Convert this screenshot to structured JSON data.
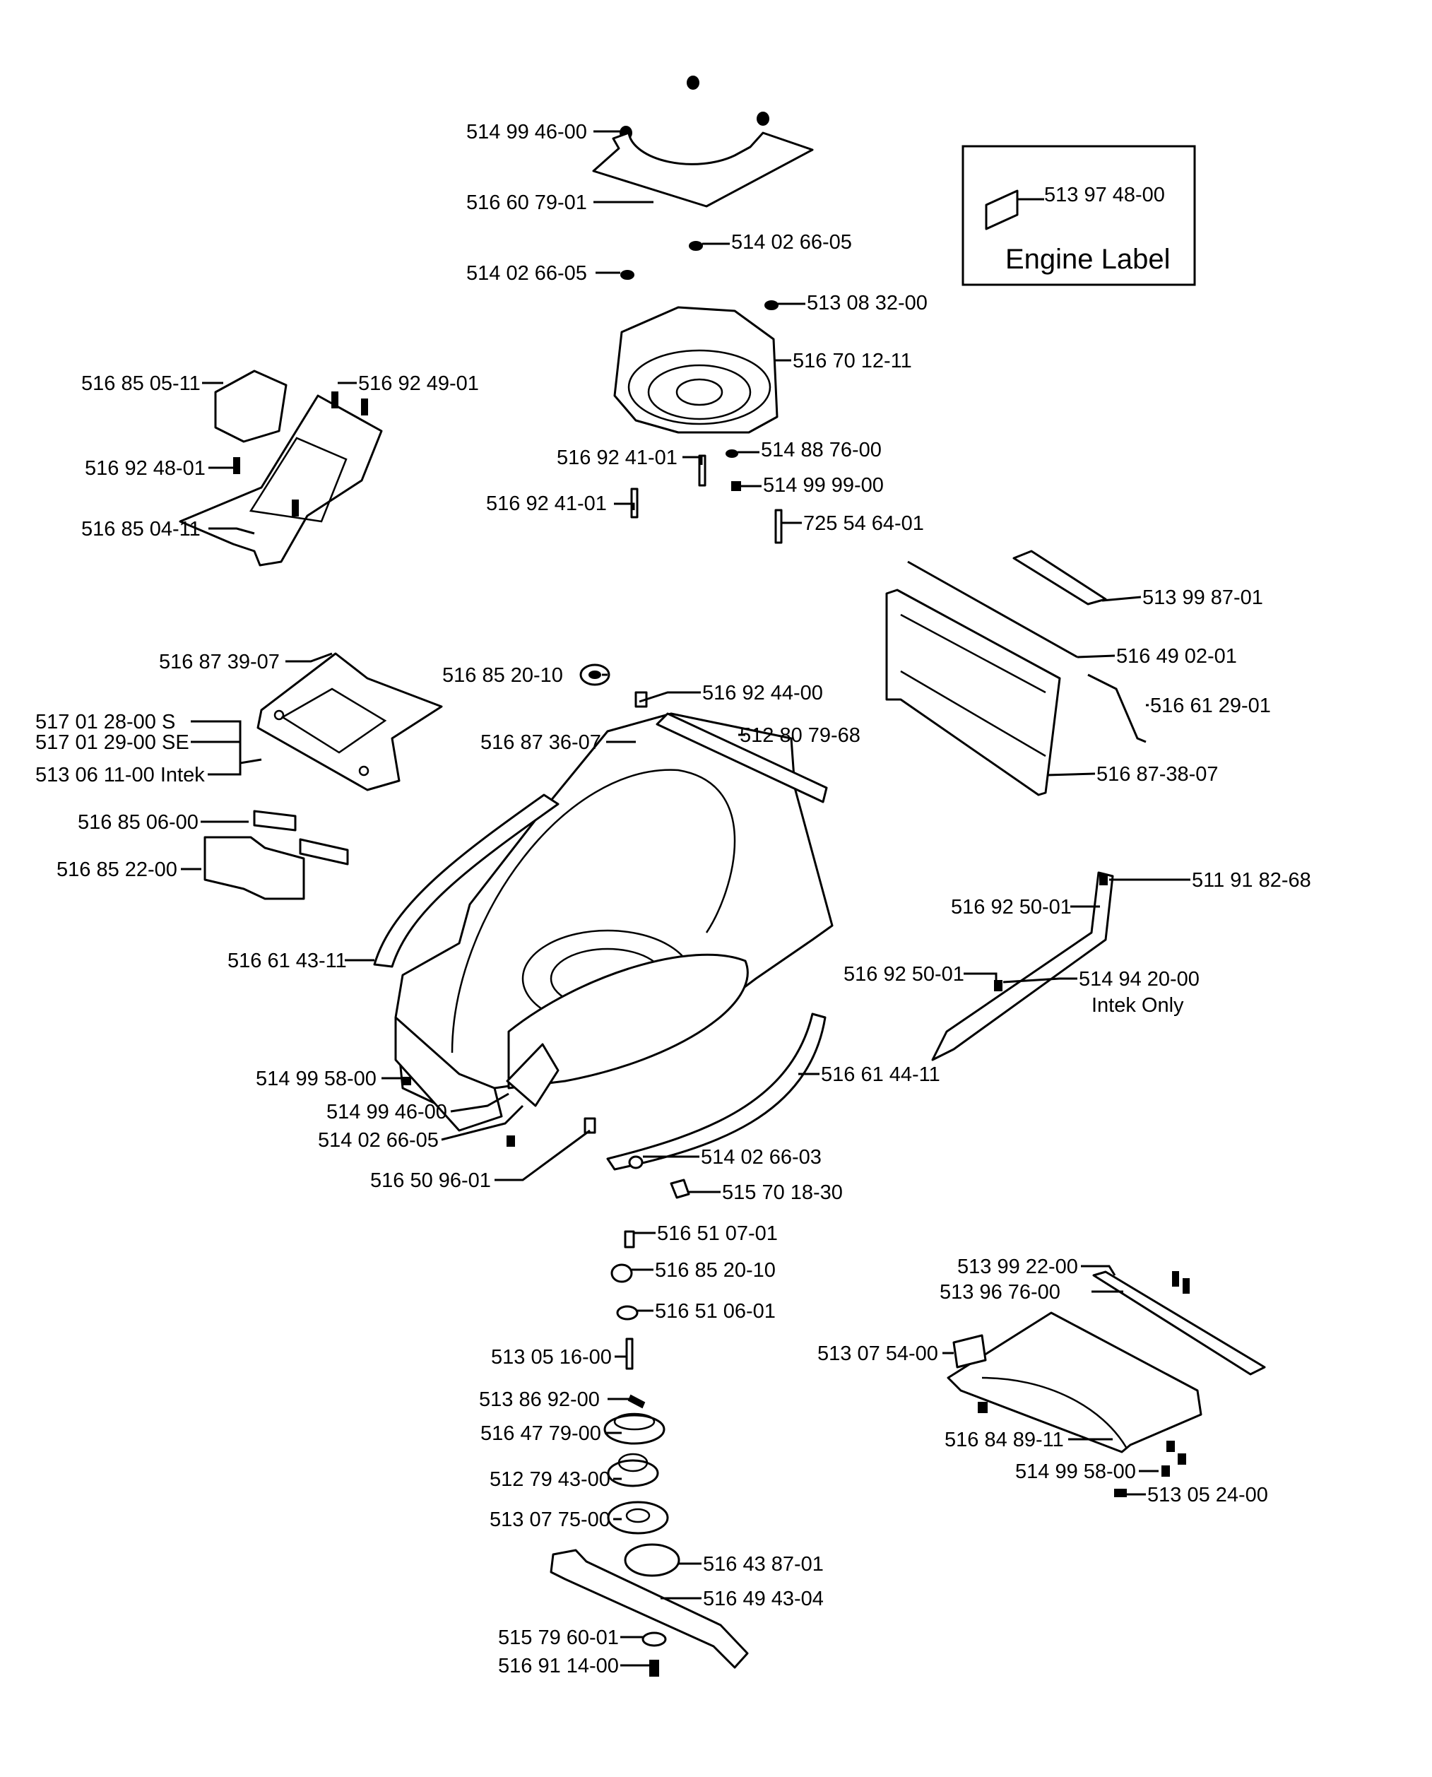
{
  "labels": {
    "l01": "514 99 46-00",
    "l02": "516 60 79-01",
    "l03": "514 02 66-05",
    "l04": "514 02 66-05",
    "l05": "513 08 32-00",
    "l06": "516 70 12-11",
    "l07": "514 88 76-00",
    "l08": "516 92 41-01",
    "l09": "514 99 99-00",
    "l10": "516 92 41-01",
    "l11": "725 54 64-01",
    "l12": "516 85 05-11",
    "l13": "516 92 49-01",
    "l14": "516 92 48-01",
    "l15": "516 85 04-11",
    "l16": "513 99 87-01",
    "l17": "516 49 02-01",
    "l18": "516 61 29-01",
    "l19": "516 87-38-07",
    "l20": "516 87 39-07",
    "l21": "516 85 20-10",
    "l22": "516 92 44-00",
    "l23": "512 80 79-68",
    "l24": "516 87 36-07",
    "l25": "517 01 28-00 S",
    "l26": "517 01 29-00 SE",
    "l27": "513 06 11-00 Intek",
    "l28": "516 85 06-00",
    "l29": "516 85 22-00",
    "l30": "516 61 43-11",
    "l31": "511 91 82-68",
    "l32": "516 92 50-01",
    "l33": "516 92 50-01",
    "l34": "514 94 20-00",
    "l35": "Intek Only",
    "l36": "514 99 58-00",
    "l37": "514 99 46-00",
    "l38": "514 02 66-05",
    "l39": "516 61 44-11",
    "l40": "514 02 66-03",
    "l41": "516 50 96-01",
    "l42": "515 70 18-30",
    "l43": "516 51 07-01",
    "l44": "516 85 20-10",
    "l45": "516 51 06-01",
    "l46": "513 05 16-00",
    "l47": "513 86 92-00",
    "l48": "516 47 79-00",
    "l49": "512 79 43-00",
    "l50": "513 07 75-00",
    "l51": "516 43 87-01",
    "l52": "516 49 43-04",
    "l53": "515 79 60-01",
    "l54": "516 91 14-00",
    "l55": "513 99 22-00",
    "l56": "513 96 76-00",
    "l57": "513 07 54-00",
    "l58": "516 84 89-11",
    "l59": "514 99 58-00",
    "l60": "513 05 24-00"
  },
  "engine_box": {
    "part": "513 97 48-00",
    "title": "Engine Label"
  }
}
